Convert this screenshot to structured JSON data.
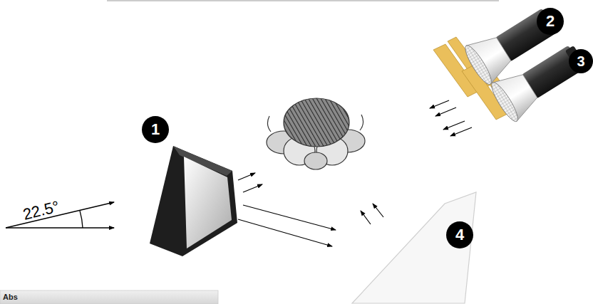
{
  "diagram": {
    "labels": [
      "22.5°",
      "1",
      "2",
      "3",
      "4",
      "Abs"
    ]
  }
}
